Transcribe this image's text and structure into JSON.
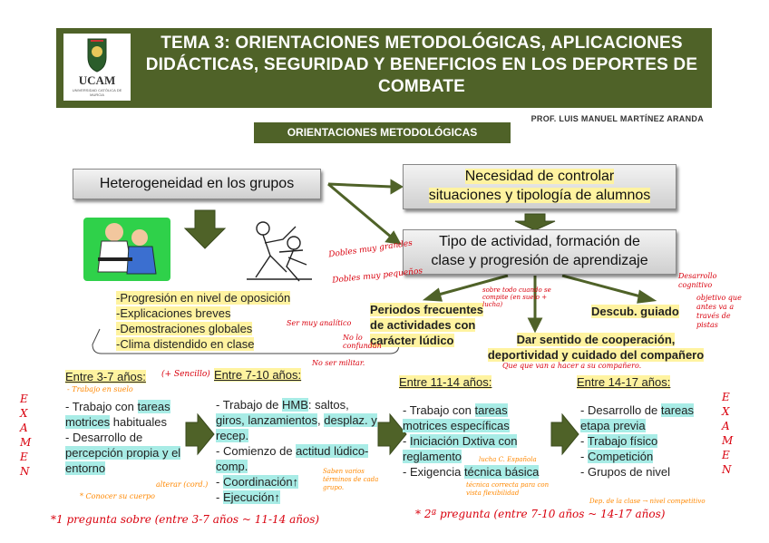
{
  "header": {
    "logo_text": "UCAM",
    "logo_sub": "UNIVERSIDAD CATÓLICA DE MURCIA",
    "title": "TEMA 3: ORIENTACIONES METODOLÓGICAS, APLICACIONES DIDÁCTICAS, SEGURIDAD Y BENEFICIOS EN LOS DEPORTES DE COMBATE",
    "professor": "PROF. LUIS MANUEL MARTÍNEZ ARANDA"
  },
  "section_title": "ORIENTACIONES METODOLÓGICAS",
  "boxes": {
    "heterogeneidad": "Heterogeneidad en los grupos",
    "necesidad_1": "Necesidad de controlar",
    "necesidad_2": "situaciones y tipología de alumnos",
    "tipo_1": "Tipo de actividad, formación de",
    "tipo_2": "clase y progresión de aprendizaje"
  },
  "left_list": [
    "-Progresión en nivel de oposición",
    "-Explicaciones breves",
    "-Demostraciones globales",
    "-Clima distendido en clase"
  ],
  "periods": {
    "periodos": "Periodos frecuentes de actividades con carácter lúdico",
    "descub": "Descub. guiado",
    "dar_sentido": "Dar sentido de cooperación, deportividad y cuidado del compañero"
  },
  "ages": {
    "a1": "Entre 3-7 años:",
    "a2": "Entre 7-10 años:",
    "a3": "Entre 11-14 años:",
    "a4": "Entre 14-17 años:"
  },
  "col1": {
    "i1a": "Trabajo con ",
    "i1b": "tareas motrices",
    "i1c": " habituales",
    "i2a": "Desarrollo de ",
    "i2b": "percepción propia y el entorno"
  },
  "col2": {
    "i1a": "Trabajo de ",
    "i1b": "HMB",
    "i1c": ": saltos, ",
    "i1d": "giros, lanzamientos",
    "i1e": ", ",
    "i1f": "desplaz. y recep.",
    "i2a": "Comienzo de ",
    "i2b": "actitud lúdico-comp.",
    "i3": "Coordinación↑",
    "i4": "Ejecución↑"
  },
  "col3": {
    "i1a": "Trabajo con ",
    "i1b": "tareas motrices específicas",
    "i2a": "Iniciación Dxtiva con reglamento",
    "i3a": "Exigencia ",
    "i3b": "técnica básica"
  },
  "col4": {
    "i1a": "Desarrollo de ",
    "i1b": "tareas etapa previa",
    "i2": "Trabajo físico",
    "i3": "Competición",
    "i4": "Grupos de nivel"
  },
  "annotations": {
    "examen_left": "EXAMEN",
    "examen_right": "EXAMEN",
    "grandes": "Dobles muy grandes",
    "pequenos": "Dobles muy pequeños",
    "analitico": "Ser muy analítico",
    "confundan": "No lo confundan",
    "militar": "No ser militar.",
    "sencillo": "(+ Sencillo)",
    "suelo": "- Trabajo en suelo",
    "conocer": "* Conocer su cuerpo",
    "alterar": "alterar (cord.)",
    "sobre_todo": "sobre todo cuando se compite (en suelo + lucha)",
    "pregunta1": "*1 pregunta sobre (entre 3-7 años ~ 11-14 años)",
    "pregunta2": "* 2ª pregunta (entre 7-10 años ~ 14-17 años)",
    "cooperar": "Que que van a hacer a su compañero.",
    "desarrollo": "Desarrollo cognitivo",
    "objetivo": "objetivo que antes va a través de pistas",
    "lucha_espanola": "lucha C. Española",
    "tecnica_correcta": "técnica correcta para con vista flexibilidad",
    "segun_grupo": "Saben varios términos de cada grupo.",
    "dep_clase": "Dep. de la clase → nivel competitivo"
  },
  "colors": {
    "banner": "#4f6228",
    "arrow": "#4f6228",
    "highlight_yellow": "#fff3a0",
    "highlight_cyan": "#a8ece6",
    "ink_red": "#d9000d",
    "ink_orange": "#ff8800"
  }
}
